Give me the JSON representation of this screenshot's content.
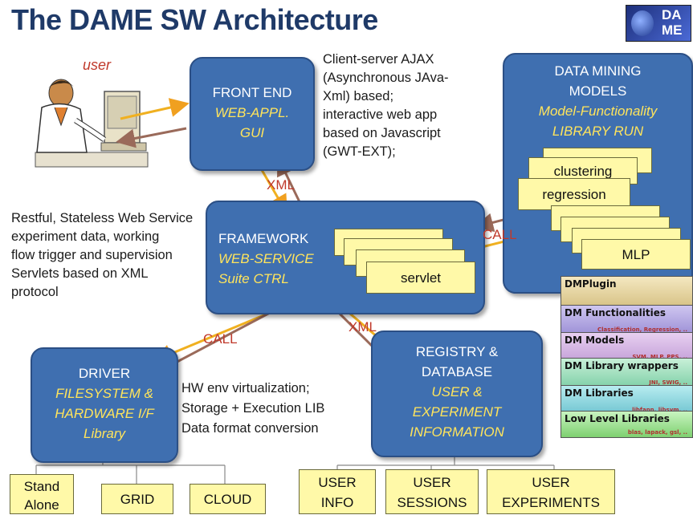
{
  "title": "The DAME SW Architecture",
  "logo": {
    "line1": "DA",
    "line2": "ME"
  },
  "user_label": "user",
  "front_end": {
    "line1": "FRONT END",
    "line2": "WEB-APPL.",
    "line3": "GUI"
  },
  "front_end_desc": [
    "Client-server  AJAX",
    "(Asynchronous JAva-",
    "Xml) based;",
    "interactive web  app",
    "based on Javascript",
    "(GWT-EXT);"
  ],
  "framework": {
    "line1": "FRAMEWORK",
    "line2": "WEB-SERVICE",
    "line3": "Suite CTRL"
  },
  "framework_desc": [
    "Restful, Stateless Web Service",
    "experiment data, working",
    "flow trigger and supervision",
    "Servlets based on XML",
    "protocol"
  ],
  "servlet_label": "servlet",
  "data_mining": {
    "line1": "DATA MINING",
    "line2": "MODELS",
    "line3": "Model-Functionality",
    "line4": "LIBRARY RUN"
  },
  "models": {
    "clustering": "clustering",
    "regression": "regression",
    "mlp": "MLP"
  },
  "driver": {
    "line1": "DRIVER",
    "line2": "FILESYSTEM &",
    "line3": "HARDWARE I/F",
    "line4": "Library"
  },
  "driver_desc": [
    "HW env virtualization;",
    "Storage + Execution LIB",
    "Data format conversion"
  ],
  "registry": {
    "line1": "REGISTRY &",
    "line2": "DATABASE",
    "line3": "USER &",
    "line4": "EXPERIMENT",
    "line5": "INFORMATION"
  },
  "labels": {
    "xml1": "XML",
    "call1": "CALL",
    "call2": "CALL",
    "xml2": "XML"
  },
  "driver_targets": {
    "standalone_1": "Stand",
    "standalone_2": "Alone",
    "grid": "GRID",
    "cloud": "CLOUD"
  },
  "registry_targets": {
    "info_1": "USER",
    "info_2": "INFO",
    "sessions_1": "USER",
    "sessions_2": "SESSIONS",
    "experiments_1": "USER",
    "experiments_2": "EXPERIMENTS"
  },
  "plugin_stack": [
    {
      "title": "DMPlugin",
      "sub": "",
      "color": "#e9d9a8"
    },
    {
      "title": "DM Functionalities",
      "sub": "Classification, Regression, ..",
      "color": "#b7aee0"
    },
    {
      "title": "DM Models",
      "sub": "SVM, MLP, PPS, ..",
      "color": "#d8b9e6"
    },
    {
      "title": "DM Library wrappers",
      "sub": "JNI, SWIG, ..",
      "color": "#a8e0c0"
    },
    {
      "title": "DM Libraries",
      "sub": "libfann, libsvm, ..",
      "color": "#8fd3d9"
    },
    {
      "title": "Low Level Libraries",
      "sub": "blas, lapack, gsl, ..",
      "color": "#9fe09a"
    }
  ]
}
